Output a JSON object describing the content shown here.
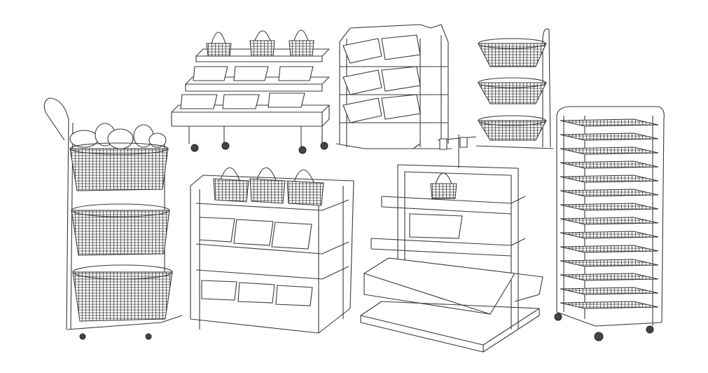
{
  "scene": {
    "background_color": "#ffffff",
    "line_color": "#3a3a3a",
    "items": [
      {
        "id": "basket-cart",
        "icon": "three-basket-trolley"
      },
      {
        "id": "tiered-table",
        "icon": "tiered-table-with-crates"
      },
      {
        "id": "bin-rack",
        "icon": "tilted-bin-rack"
      },
      {
        "id": "round-basket-stand",
        "icon": "three-tier-round-basket-stand"
      },
      {
        "id": "bakery-rack",
        "icon": "rolling-tray-rack"
      },
      {
        "id": "basket-shelf",
        "icon": "shelf-with-baskets-and-crates"
      },
      {
        "id": "display-stand",
        "icon": "display-stand-with-crate"
      }
    ]
  }
}
